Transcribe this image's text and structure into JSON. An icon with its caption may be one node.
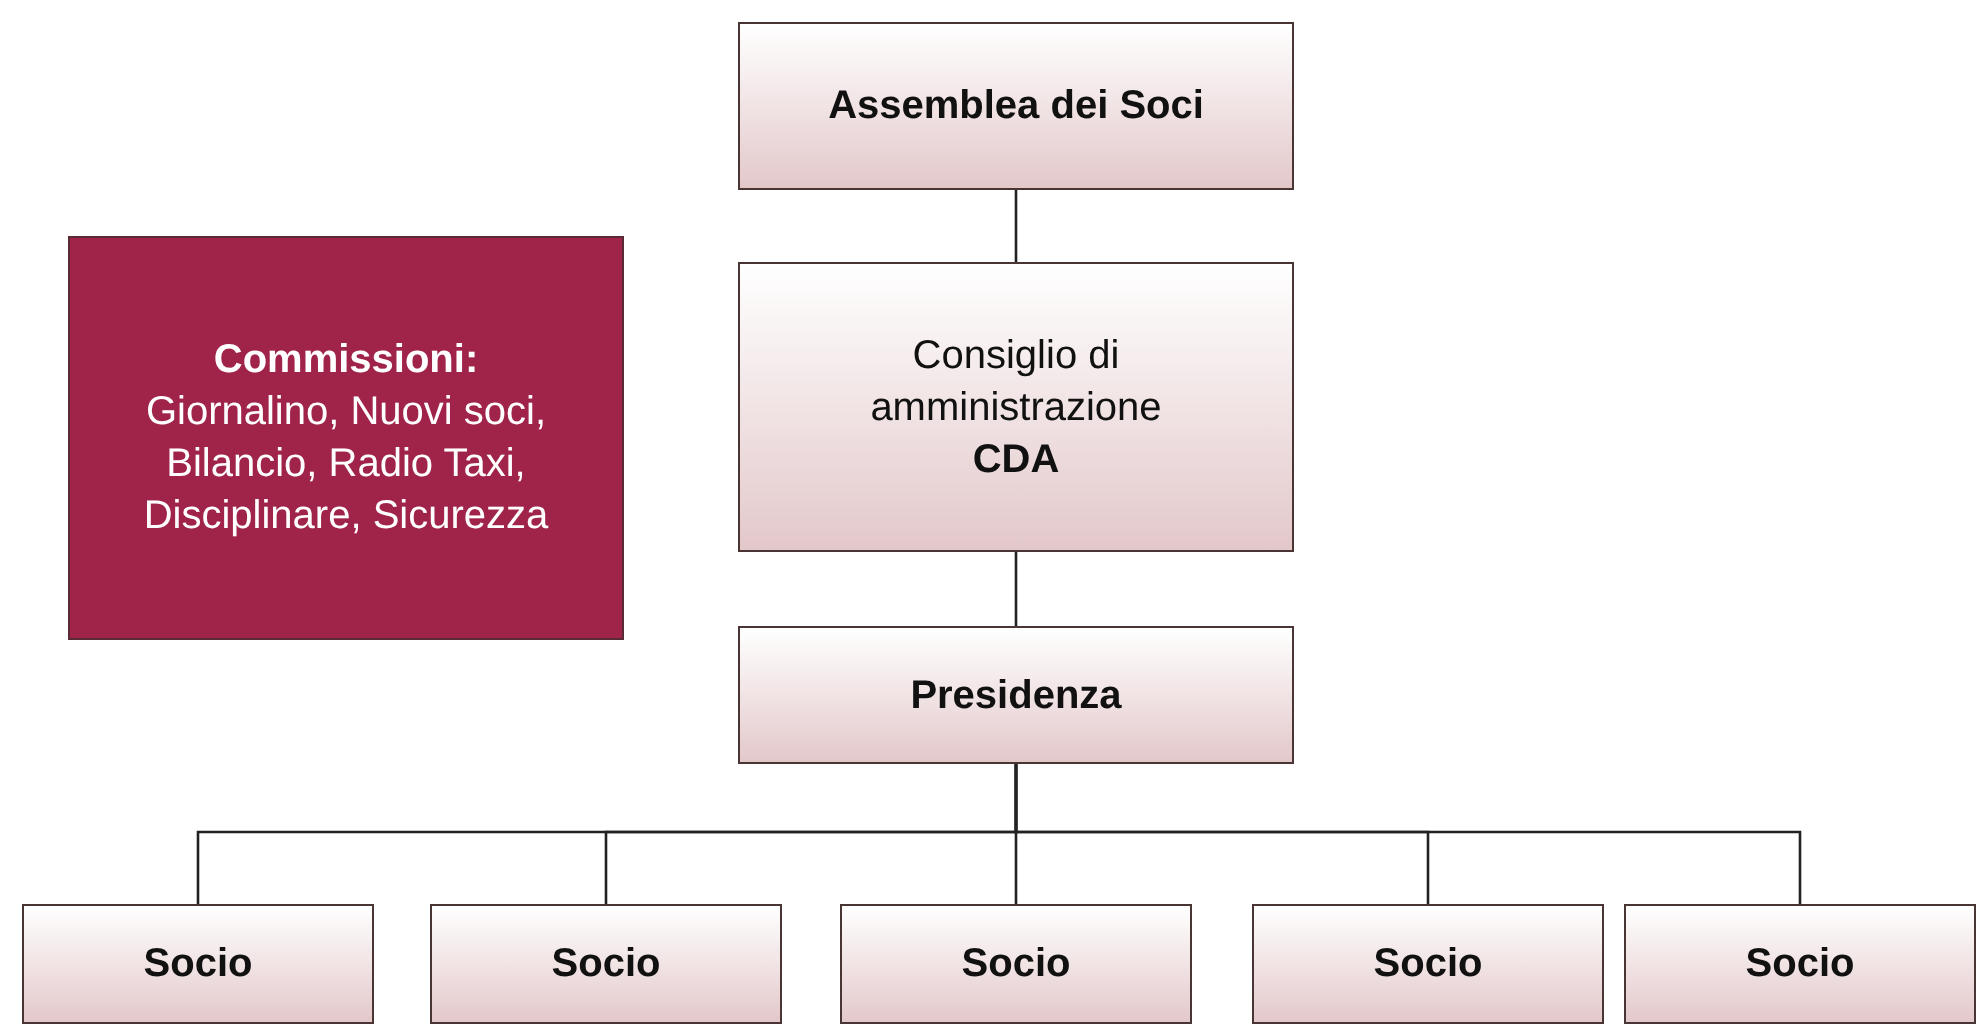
{
  "diagram": {
    "nodes": [
      {
        "text": [
          "Assemblea dei Soci"
        ]
      },
      {
        "text": [
          "Commissioni:",
          "Giornalino, Nuovi soci, Bilancio, Radio Taxi, Disciplinare, Sicurezza"
        ]
      },
      {
        "text": [
          "Consiglio di amministrazione",
          "CDA"
        ]
      },
      {
        "text": [
          "Presidenza"
        ]
      },
      {
        "text": [
          "Socio"
        ]
      },
      {
        "text": [
          "Socio"
        ]
      },
      {
        "text": [
          "Socio"
        ]
      },
      {
        "text": [
          "Socio"
        ]
      },
      {
        "text": [
          "Socio"
        ]
      }
    ],
    "edges": [
      {
        "from": 0,
        "to": 2,
        "arrow": "none"
      },
      {
        "from": 2,
        "to": 3,
        "arrow": "none"
      },
      {
        "from": 3,
        "to": 4,
        "arrow": "none"
      },
      {
        "from": 3,
        "to": 5,
        "arrow": "none"
      },
      {
        "from": 3,
        "to": 6,
        "arrow": "none"
      },
      {
        "from": 3,
        "to": 7,
        "arrow": "none"
      },
      {
        "from": 3,
        "to": 8,
        "arrow": "none"
      }
    ]
  }
}
